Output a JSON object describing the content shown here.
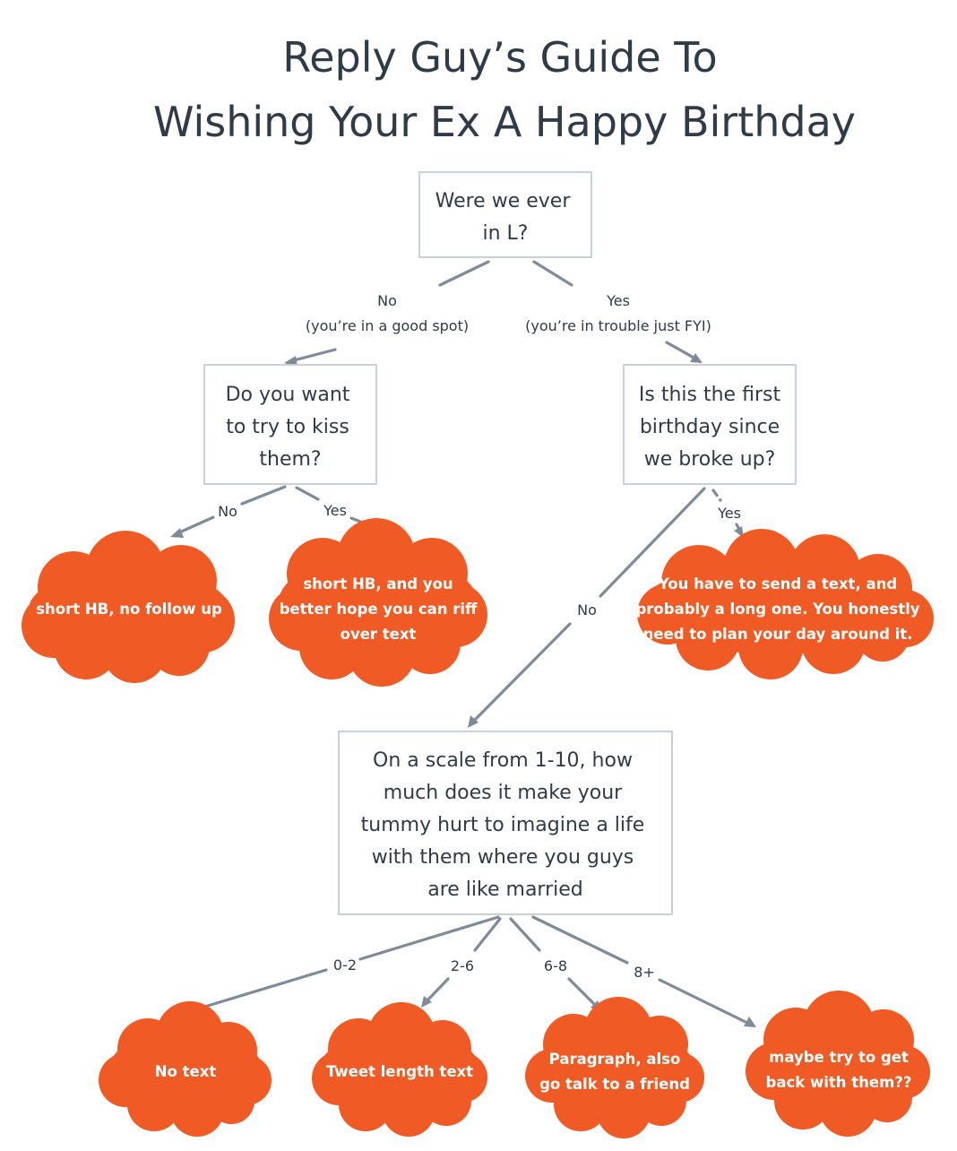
{
  "title": {
    "line1": "Reply Guy’s Guide To",
    "line2": "Wishing Your Ex A Happy Birthday"
  },
  "nodes": {
    "q_love": {
      "lines": [
        "Were we ever",
        "in L?"
      ]
    },
    "q_kiss": {
      "lines": [
        "Do you want",
        "to try to kiss",
        "them?"
      ]
    },
    "q_first": {
      "lines": [
        "Is this the first",
        "birthday since",
        "we broke up?"
      ]
    },
    "q_scale": {
      "lines": [
        "On a scale from 1-10, how",
        "much does it make your",
        "tummy hurt to imagine a life",
        "with them where you guys",
        "are like married"
      ]
    },
    "o_short_no_follow": {
      "lines": [
        "short HB, no follow up"
      ]
    },
    "o_short_riff": {
      "lines": [
        "short HB, and you",
        "better hope you can riff",
        "over text"
      ]
    },
    "o_long_text": {
      "lines": [
        "You have to send a text, and",
        "probably a long one. You honestly",
        "need to plan your day around it."
      ]
    },
    "o_no_text": {
      "lines": [
        "No text"
      ]
    },
    "o_tweet": {
      "lines": [
        "Tweet length text"
      ]
    },
    "o_paragraph": {
      "lines": [
        "Paragraph, also",
        "go talk to a friend"
      ]
    },
    "o_back": {
      "lines": [
        "maybe try to get",
        "back with them??"
      ]
    }
  },
  "edges": {
    "love_no": {
      "label": "No",
      "sublabel": "(you’re in a good spot)"
    },
    "love_yes": {
      "label": "Yes",
      "sublabel": "(you’re in trouble just FYI)"
    },
    "kiss_no": {
      "label": "No"
    },
    "kiss_yes": {
      "label": "Yes"
    },
    "first_no": {
      "label": "No"
    },
    "first_yes": {
      "label": "Yes"
    },
    "scale_0_2": {
      "label": "0-2"
    },
    "scale_2_6": {
      "label": "2-6"
    },
    "scale_6_8": {
      "label": "6-8"
    },
    "scale_8_plus": {
      "label": "8+"
    }
  },
  "colors": {
    "outcome_fill": "#f05a24",
    "edge": "#7e8b98",
    "text": "#2f3b47",
    "box_border": "#c9d0d8"
  }
}
